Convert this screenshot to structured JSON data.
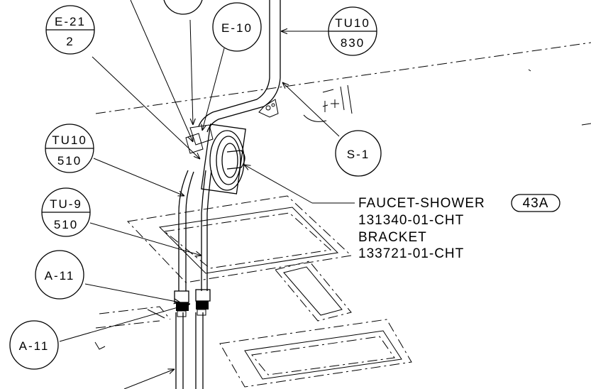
{
  "callouts": {
    "e21": {
      "top": "E-21",
      "bottom": "2"
    },
    "e10": {
      "label": "E-10"
    },
    "tu10_830": {
      "top": "TU10",
      "bottom": "830"
    },
    "s1": {
      "label": "S-1"
    },
    "tu10_510": {
      "top": "TU10",
      "bottom": "510"
    },
    "tu9_510": {
      "top": "TU-9",
      "bottom": "510"
    },
    "a11_upper": {
      "label": "A-11"
    },
    "a11_lower": {
      "label": "A-11"
    }
  },
  "part_note": {
    "line1": "FAUCET-SHOWER",
    "badge": "43A",
    "line2": "131340-01-CHT",
    "line3": "BRACKET",
    "line4": "133721-01-CHT"
  }
}
